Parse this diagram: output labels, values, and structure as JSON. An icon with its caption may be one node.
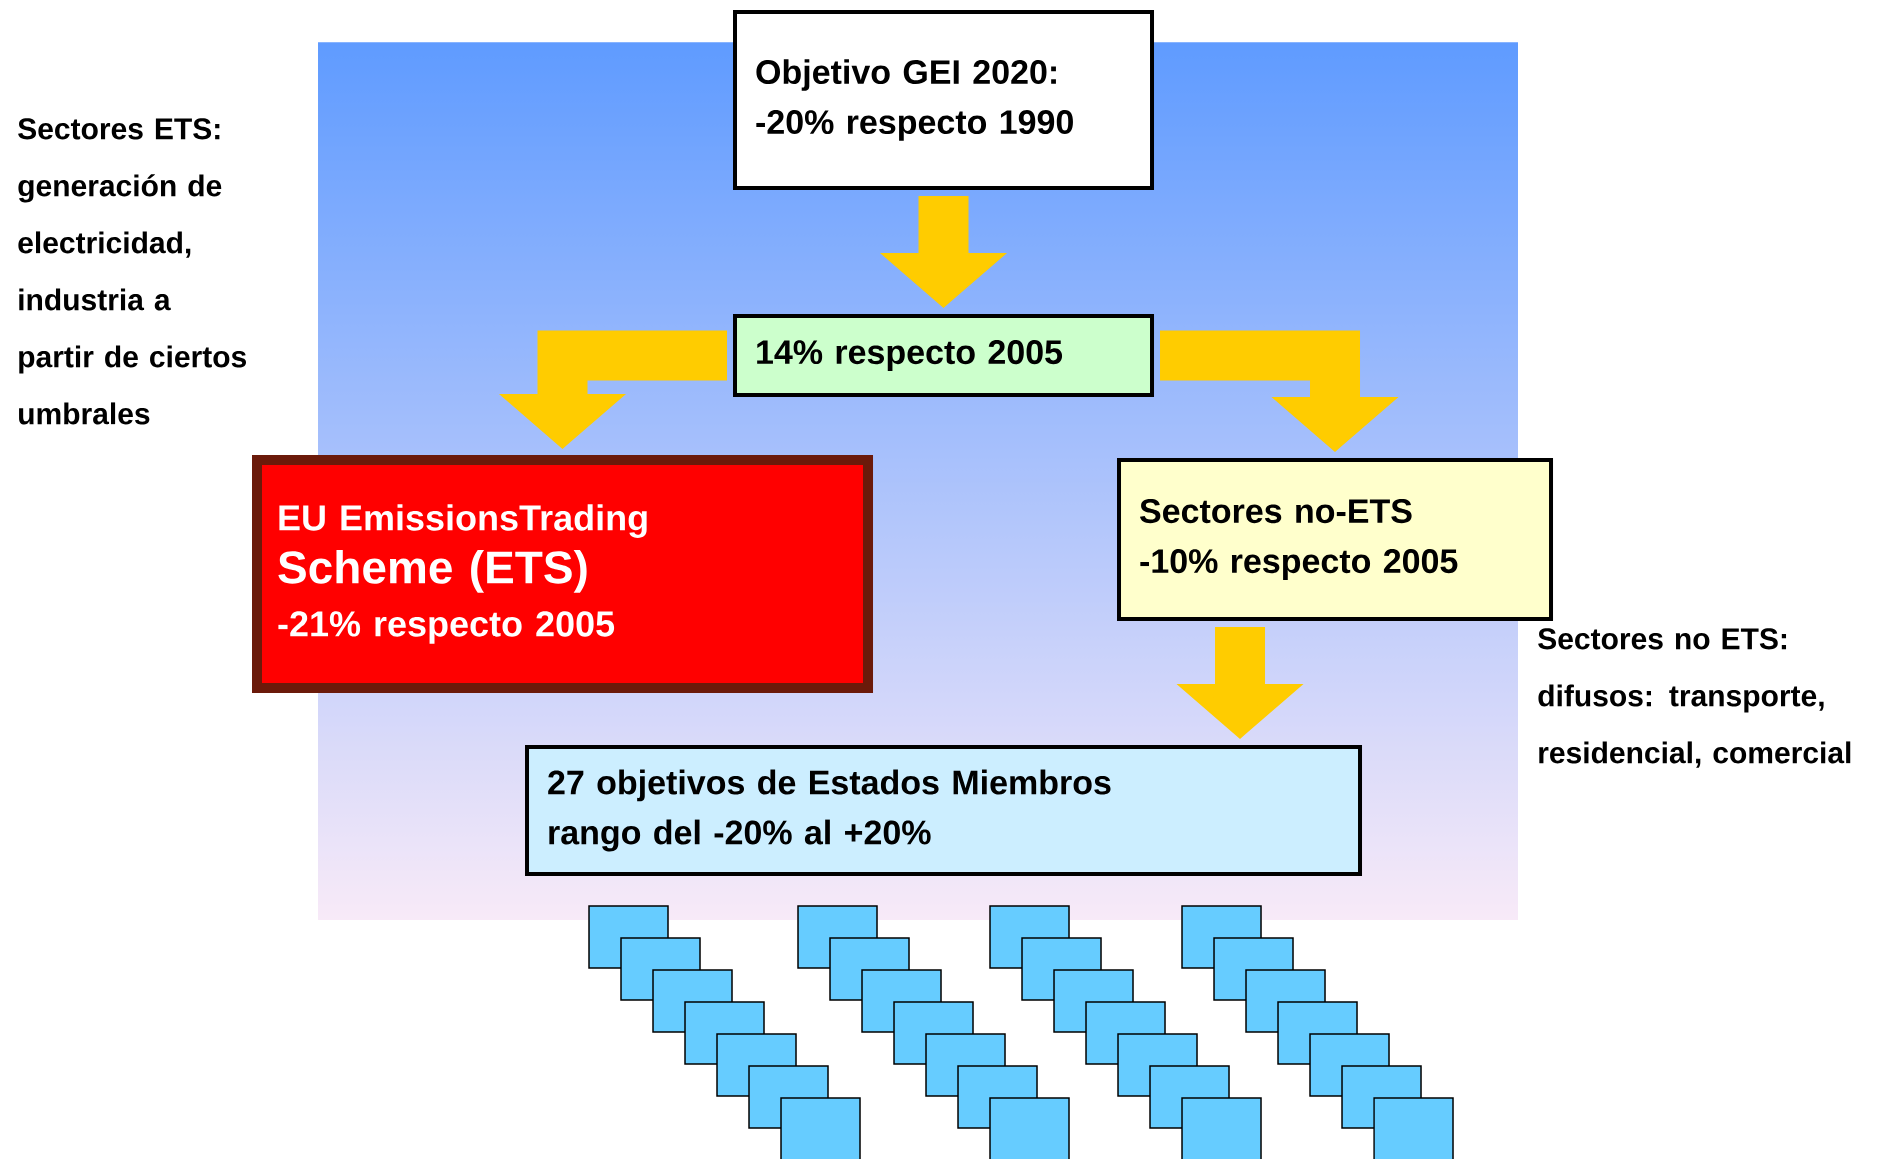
{
  "diagram": {
    "nodes": [
      {
        "text": [
          "Objetivo GEI 2020:",
          "-20% respecto 1990"
        ]
      },
      {
        "text": [
          "14% respecto 2005"
        ]
      },
      {
        "text": [
          "EU EmissionsTrading",
          "Scheme (ETS)",
          "-21% respecto 2005"
        ]
      },
      {
        "text": [
          "Sectores no-ETS",
          "-10% respecto 2005"
        ]
      },
      {
        "text": [
          "27 objetivos de Estados Miembros",
          "rango del -20% al +20%"
        ]
      }
    ],
    "edges": [
      {
        "from": 0,
        "to": 1,
        "arrow": "to"
      },
      {
        "from": 1,
        "to": 2,
        "arrow": "to"
      },
      {
        "from": 1,
        "to": 3,
        "arrow": "to"
      },
      {
        "from": 3,
        "to": 4,
        "arrow": "to"
      }
    ],
    "labels": [
      "Sectores ETS: generación de electricidad, industria a partir de ciertos umbrales",
      "Sectores no ETS: difusos: transporte, residencial, comercial"
    ]
  }
}
